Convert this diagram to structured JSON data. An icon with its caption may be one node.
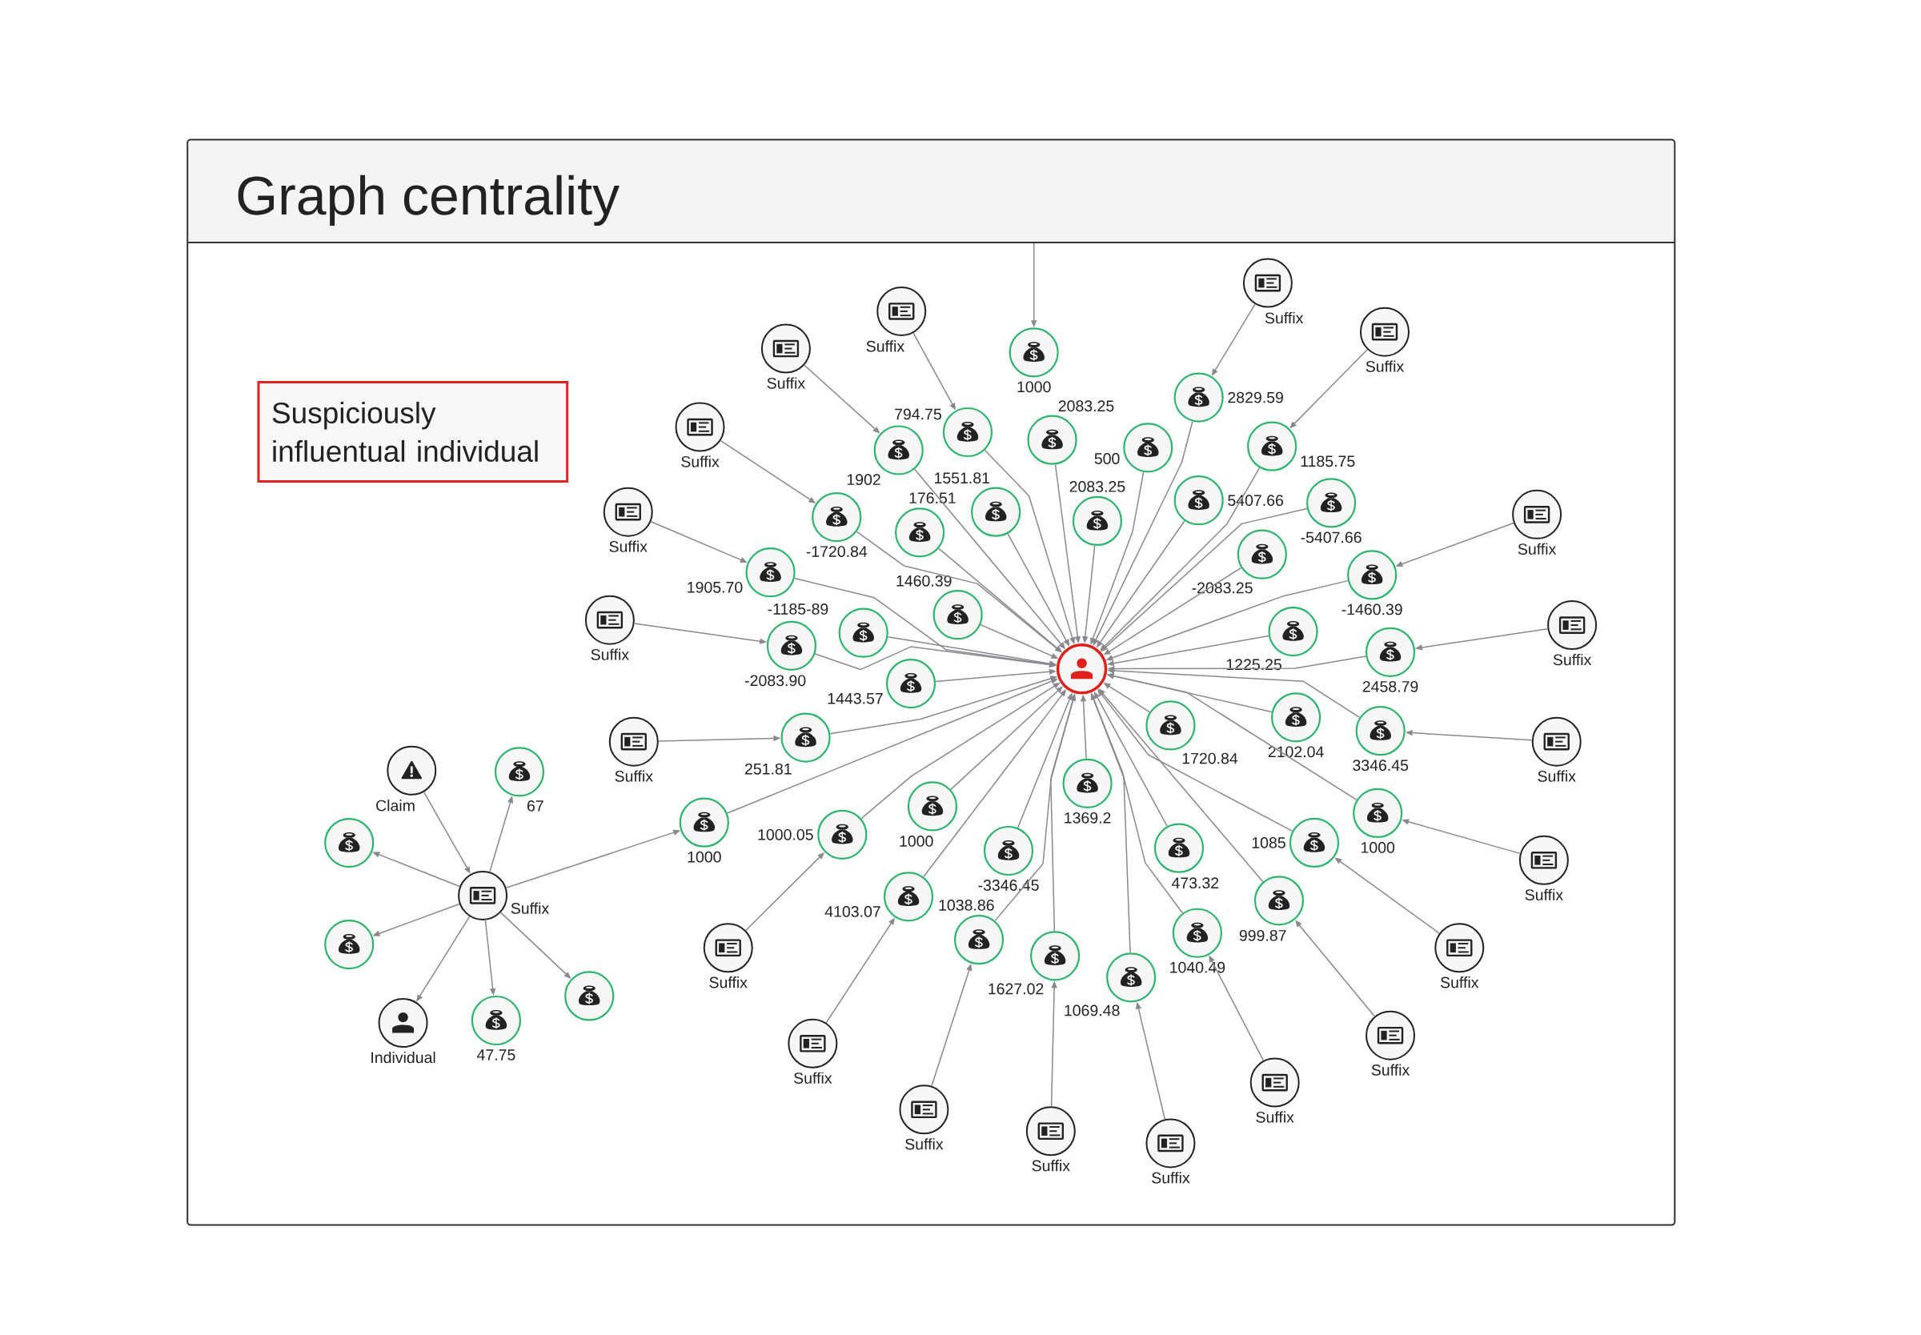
{
  "diagram": {
    "title": "Graph centrality",
    "nodes": [
      {
        "text": [
          "Suspiciously influentual individual"
        ]
      },
      {
        "text": [],
        "shape": "circle"
      },
      {
        "text": [
          "1000"
        ]
      },
      {
        "text": [
          "2083.25"
        ]
      },
      {
        "text": [
          "2083.25"
        ]
      },
      {
        "text": [
          "500"
        ]
      },
      {
        "text": [
          "2829.59"
        ]
      },
      {
        "text": [
          "5407.66"
        ]
      },
      {
        "text": [
          "1185.75"
        ]
      },
      {
        "text": [
          "-2083.25"
        ]
      },
      {
        "text": [
          "-5407.66"
        ]
      },
      {
        "text": [
          "-1460.39"
        ]
      },
      {
        "text": [
          "1225.25"
        ]
      },
      {
        "text": [
          "2458.79"
        ]
      },
      {
        "text": [
          "2102.04"
        ]
      },
      {
        "text": [
          "3346.45"
        ]
      },
      {
        "text": [
          "1720.84"
        ]
      },
      {
        "text": [
          "1000"
        ]
      },
      {
        "text": [
          "1085"
        ]
      },
      {
        "text": [
          "999.87"
        ]
      },
      {
        "text": [
          "473.32"
        ]
      },
      {
        "text": [
          "1040.49"
        ]
      },
      {
        "text": [
          "1069.48"
        ]
      },
      {
        "text": [
          "1369.2"
        ]
      },
      {
        "text": [
          "1627.02"
        ]
      },
      {
        "text": [
          "-3346.45"
        ]
      },
      {
        "text": [
          "1038.86"
        ]
      },
      {
        "text": [
          "1000"
        ]
      },
      {
        "text": [
          "4103.07"
        ]
      },
      {
        "text": [
          "1000.05"
        ]
      },
      {
        "text": [
          "1000"
        ]
      },
      {
        "text": [
          "1443.57"
        ]
      },
      {
        "text": [
          "251.81"
        ]
      },
      {
        "text": [
          "-2083.90"
        ]
      },
      {
        "text": [
          "-1185-89"
        ]
      },
      {
        "text": [
          "1460.39"
        ]
      },
      {
        "text": [
          "1905.70"
        ]
      },
      {
        "text": [
          "-1720.84"
        ]
      },
      {
        "text": [
          "176.51"
        ]
      },
      {
        "text": [
          "1902"
        ]
      },
      {
        "text": [
          "1551.81"
        ]
      },
      {
        "text": [
          "794.75"
        ]
      },
      {
        "text": [
          "Suffix"
        ]
      },
      {
        "text": [
          "Suffix"
        ]
      },
      {
        "text": [
          "Suffix"
        ]
      },
      {
        "text": [
          "Suffix"
        ]
      },
      {
        "text": [
          "Suffix"
        ]
      },
      {
        "text": [
          "Suffix"
        ]
      },
      {
        "text": [
          "Suffix"
        ]
      },
      {
        "text": [
          "Suffix"
        ]
      },
      {
        "text": [
          "Suffix"
        ]
      },
      {
        "text": [
          "Suffix"
        ]
      },
      {
        "text": [
          "Suffix"
        ]
      },
      {
        "text": [
          "Suffix"
        ]
      },
      {
        "text": [
          "Suffix"
        ]
      },
      {
        "text": [
          "Suffix"
        ]
      },
      {
        "text": [
          "Suffix"
        ]
      },
      {
        "text": [
          "Suffix"
        ]
      },
      {
        "text": [
          "Suffix"
        ]
      },
      {
        "text": [
          "Suffix"
        ]
      },
      {
        "text": [
          "Suffix"
        ]
      },
      {
        "text": [
          "Suffix"
        ]
      },
      {
        "text": [
          "Claim"
        ]
      },
      {
        "text": [
          "67"
        ]
      },
      {
        "text": [],
        "shape": "circle"
      },
      {
        "text": [
          "Suffix"
        ]
      },
      {
        "text": [],
        "shape": "circle"
      },
      {
        "text": [
          "Individual"
        ]
      },
      {
        "text": [
          "47.75"
        ]
      },
      {
        "text": [],
        "shape": "circle"
      }
    ],
    "edges": [
      {
        "from": 3,
        "to": 1,
        "arrow": "to"
      },
      {
        "from": 4,
        "to": 1,
        "arrow": "to"
      },
      {
        "from": 5,
        "to": 1,
        "arrow": "to"
      },
      {
        "from": 6,
        "to": 1,
        "arrow": "to"
      },
      {
        "from": 7,
        "to": 1,
        "arrow": "to"
      },
      {
        "from": 8,
        "to": 1,
        "arrow": "to"
      },
      {
        "from": 9,
        "to": 1,
        "arrow": "to"
      },
      {
        "from": 10,
        "to": 1,
        "arrow": "to"
      },
      {
        "from": 11,
        "to": 1,
        "arrow": "to"
      },
      {
        "from": 12,
        "to": 1,
        "arrow": "to"
      },
      {
        "from": 13,
        "to": 1,
        "arrow": "to"
      },
      {
        "from": 14,
        "to": 1,
        "arrow": "to"
      },
      {
        "from": 15,
        "to": 1,
        "arrow": "to"
      },
      {
        "from": 16,
        "to": 1,
        "arrow": "to"
      },
      {
        "from": 17,
        "to": 1,
        "arrow": "to"
      },
      {
        "from": 18,
        "to": 1,
        "arrow": "to"
      },
      {
        "from": 19,
        "to": 1,
        "arrow": "to"
      },
      {
        "from": 20,
        "to": 1,
        "arrow": "to"
      },
      {
        "from": 21,
        "to": 1,
        "arrow": "to"
      },
      {
        "from": 22,
        "to": 1,
        "arrow": "to"
      },
      {
        "from": 23,
        "to": 1,
        "arrow": "to"
      },
      {
        "from": 24,
        "to": 1,
        "arrow": "to"
      },
      {
        "from": 25,
        "to": 1,
        "arrow": "to"
      },
      {
        "from": 26,
        "to": 1,
        "arrow": "to"
      },
      {
        "from": 27,
        "to": 1,
        "arrow": "to"
      },
      {
        "from": 28,
        "to": 1,
        "arrow": "to"
      },
      {
        "from": 29,
        "to": 1,
        "arrow": "to"
      },
      {
        "from": 30,
        "to": 1,
        "arrow": "to"
      },
      {
        "from": 31,
        "to": 1,
        "arrow": "to"
      },
      {
        "from": 32,
        "to": 1,
        "arrow": "to"
      },
      {
        "from": 33,
        "to": 1,
        "arrow": "to"
      },
      {
        "from": 34,
        "to": 1,
        "arrow": "to"
      },
      {
        "from": 35,
        "to": 1,
        "arrow": "to"
      },
      {
        "from": 36,
        "to": 1,
        "arrow": "to"
      },
      {
        "from": 37,
        "to": 1,
        "arrow": "to"
      },
      {
        "from": 38,
        "to": 1,
        "arrow": "to"
      },
      {
        "from": 39,
        "to": 1,
        "arrow": "to"
      },
      {
        "from": 40,
        "to": 1,
        "arrow": "to"
      },
      {
        "from": 41,
        "to": 1,
        "arrow": "to"
      },
      {
        "from": null,
        "to": 2,
        "arrow": "to"
      },
      {
        "from": 42,
        "to": 6,
        "arrow": "to"
      },
      {
        "from": 43,
        "to": 8,
        "arrow": "to"
      },
      {
        "from": 44,
        "to": 11,
        "arrow": "to"
      },
      {
        "from": 45,
        "to": 13,
        "arrow": "to"
      },
      {
        "from": 46,
        "to": 15,
        "arrow": "to"
      },
      {
        "from": 47,
        "to": 17,
        "arrow": "to"
      },
      {
        "from": 48,
        "to": 18,
        "arrow": "to"
      },
      {
        "from": 49,
        "to": 19,
        "arrow": "to"
      },
      {
        "from": 50,
        "to": 21,
        "arrow": "to"
      },
      {
        "from": 51,
        "to": 22,
        "arrow": "to"
      },
      {
        "from": 52,
        "to": 24,
        "arrow": "to"
      },
      {
        "from": 53,
        "to": 26,
        "arrow": "to"
      },
      {
        "from": 54,
        "to": 28,
        "arrow": "to"
      },
      {
        "from": 55,
        "to": 29,
        "arrow": "to"
      },
      {
        "from": 56,
        "to": 32,
        "arrow": "to"
      },
      {
        "from": 57,
        "to": 33,
        "arrow": "to"
      },
      {
        "from": 58,
        "to": 36,
        "arrow": "to"
      },
      {
        "from": 59,
        "to": 37,
        "arrow": "to"
      },
      {
        "from": 60,
        "to": 39,
        "arrow": "to"
      },
      {
        "from": 61,
        "to": 41,
        "arrow": "to"
      },
      {
        "from": 62,
        "to": 65,
        "arrow": "to"
      },
      {
        "from": 65,
        "to": 63,
        "arrow": "to"
      },
      {
        "from": 65,
        "to": 64,
        "arrow": "to"
      },
      {
        "from": 65,
        "to": 66,
        "arrow": "to"
      },
      {
        "from": 65,
        "to": 67,
        "arrow": "to"
      },
      {
        "from": 65,
        "to": 68,
        "arrow": "to"
      },
      {
        "from": 65,
        "to": 69,
        "arrow": "to"
      },
      {
        "from": 65,
        "to": 30,
        "arrow": "to"
      }
    ]
  }
}
